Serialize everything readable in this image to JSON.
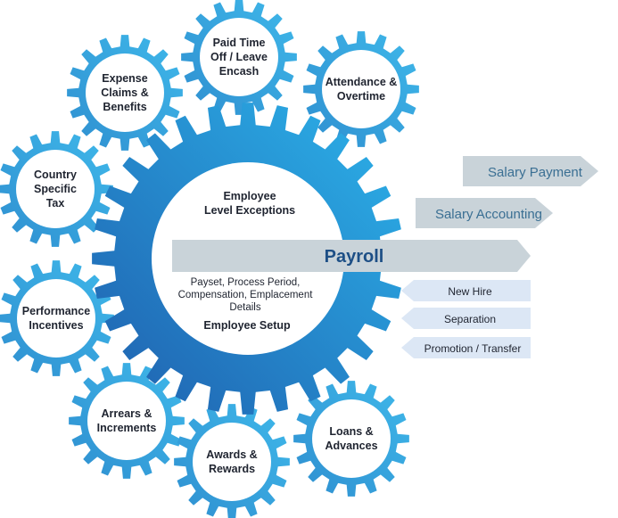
{
  "colors": {
    "gear_light": "#3fb2e6",
    "gear_dark": "#1f6fb5",
    "center_gear_dark": "#1f62b0",
    "center_gear_light": "#2ba9e4",
    "arrow_fill": "#c9d3d9",
    "left_arrow_fill": "#dce7f5",
    "payroll_text": "#1d4f86",
    "arrow_text": "#3a6f93"
  },
  "center": {
    "top_label": [
      "Employee",
      "Level Exceptions"
    ],
    "payroll": "Payroll",
    "details": [
      "Payset, Process Period,",
      "Compensation, Emplacement",
      "Details"
    ],
    "bottom_label": "Employee Setup"
  },
  "gears": [
    {
      "id": "paid-time-off",
      "lines": [
        "Paid Time",
        "Off / Leave",
        "Encash"
      ]
    },
    {
      "id": "expense-claims",
      "lines": [
        "Expense",
        "Claims &",
        "Benefits"
      ]
    },
    {
      "id": "attendance",
      "lines": [
        "Attendance &",
        "Overtime"
      ]
    },
    {
      "id": "country-tax",
      "lines": [
        "Country",
        "Specific",
        "Tax"
      ]
    },
    {
      "id": "performance",
      "lines": [
        "Performance",
        "Incentives"
      ]
    },
    {
      "id": "arrears",
      "lines": [
        "Arrears &",
        "Increments"
      ]
    },
    {
      "id": "awards",
      "lines": [
        "Awards &",
        "Rewards"
      ]
    },
    {
      "id": "loans",
      "lines": [
        "Loans &",
        "Advances"
      ]
    }
  ],
  "right_arrows": [
    {
      "id": "salary-payment",
      "label": "Salary Payment"
    },
    {
      "id": "salary-accounting",
      "label": "Salary Accounting"
    }
  ],
  "left_arrows": [
    {
      "id": "new-hire",
      "label": "New Hire"
    },
    {
      "id": "separation",
      "label": "Separation"
    },
    {
      "id": "promotion",
      "label": "Promotion / Transfer"
    }
  ]
}
